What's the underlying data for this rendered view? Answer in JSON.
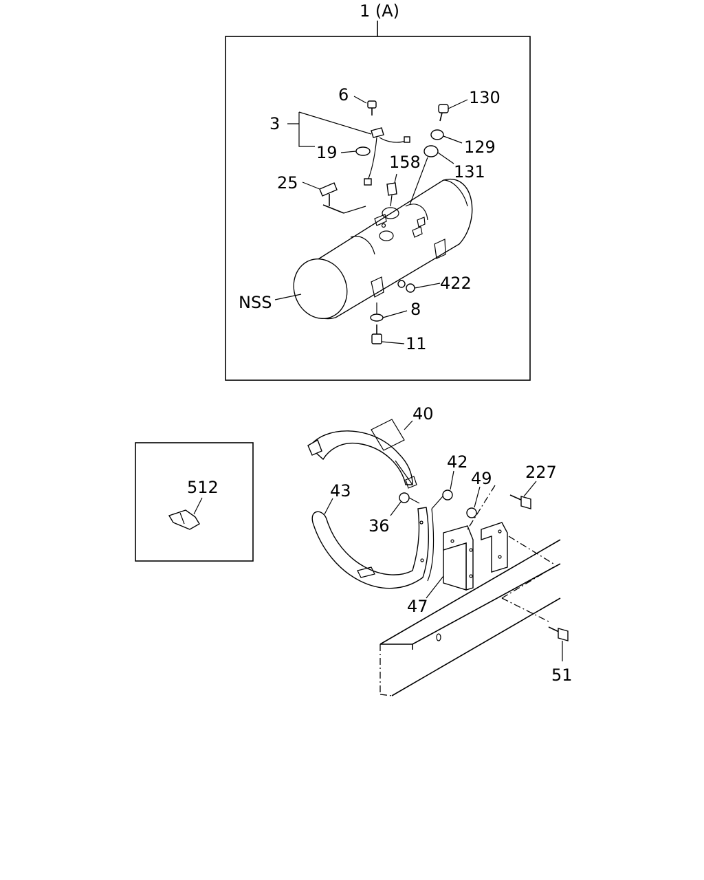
{
  "labels": {
    "assembly": "1 (A)",
    "p6": "6",
    "p3": "3",
    "p19": "19",
    "p25": "25",
    "p158": "158",
    "p130": "130",
    "p129": "129",
    "p131": "131",
    "pNSS": "NSS",
    "p422": "422",
    "p8": "8",
    "p11": "11",
    "p40": "40",
    "p42": "42",
    "p49": "49",
    "p227": "227",
    "p43": "43",
    "p36": "36",
    "p47": "47",
    "p51": "51",
    "p512": "512"
  }
}
